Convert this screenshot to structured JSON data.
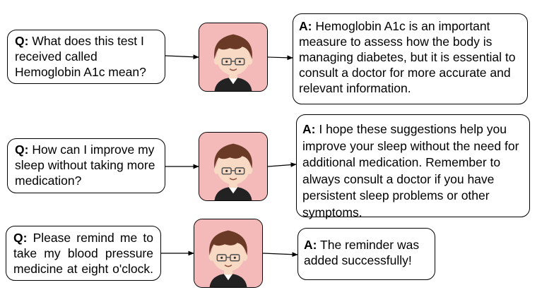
{
  "rows": [
    {
      "question_prefix": "Q:",
      "question": "What does this test I received called Hemoglobin A1c mean?",
      "answer_prefix": "A:",
      "answer": "Hemoglobin A1c is an important measure to assess how the body is managing diabetes, but it is essential to consult a doctor for more accurate and relevant information."
    },
    {
      "question_prefix": "Q:",
      "question": "How can I improve my sleep without taking more medication?",
      "answer_prefix": "A:",
      "answer": "I hope these suggestions help you improve your sleep without the need for additional medication. Remember to always consult a doctor if you have persistent sleep problems or other symptoms."
    },
    {
      "question_prefix": "Q:",
      "question": "Please remind me to take my blood pressure medicine at eight o'clock.",
      "answer_prefix": "A:",
      "answer": "The reminder was added successfully!"
    }
  ],
  "colors": {
    "avatar_bg": "#f4b9b9",
    "hair": "#6b3a26",
    "skin": "#f7d9c4",
    "shirt": "#222222"
  },
  "icons": {
    "avatar": "assistant-avatar-icon"
  }
}
